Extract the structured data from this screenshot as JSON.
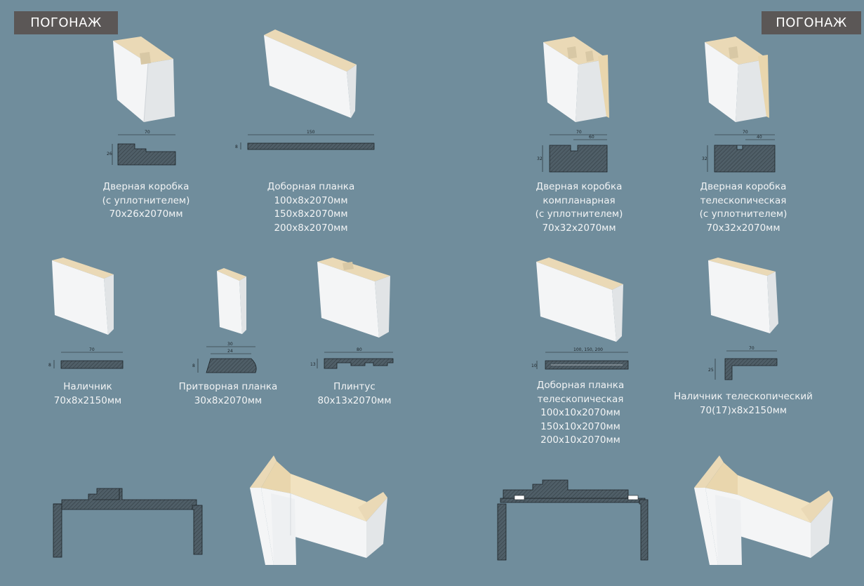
{
  "header": {
    "left_badge": "ПОГОНАЖ",
    "right_badge": "ПОГОНАЖ"
  },
  "products": [
    {
      "id": "door-frame",
      "lines": [
        "Дверная коробка",
        "(с уплотнителем)",
        "70х26х2070мм"
      ],
      "dims": [
        "70",
        "26"
      ]
    },
    {
      "id": "extension-board",
      "lines": [
        "Доборная планка",
        "100х8х2070мм",
        "150х8х2070мм",
        "200х8х2070мм"
      ],
      "dims": [
        "150",
        "8"
      ]
    },
    {
      "id": "compact-frame",
      "lines": [
        "Дверная коробка",
        "компланарная",
        "(с уплотнителем)",
        "70х32х2070мм"
      ],
      "dims": [
        "70",
        "60",
        "32"
      ]
    },
    {
      "id": "telescopic-frame",
      "lines": [
        "Дверная коробка",
        "телескопическая",
        "(с уплотнителем)",
        "70х32х2070мм"
      ],
      "dims": [
        "70",
        "40",
        "32"
      ]
    },
    {
      "id": "casing",
      "lines": [
        "Наличник",
        "70х8х2150мм"
      ],
      "dims": [
        "70",
        "8"
      ]
    },
    {
      "id": "stop-strip",
      "lines": [
        "Притворная планка",
        "30х8х2070мм"
      ],
      "dims": [
        "30",
        "24",
        "8"
      ]
    },
    {
      "id": "skirting",
      "lines": [
        "Плинтус",
        "80х13х2070мм"
      ],
      "dims": [
        "80",
        "13"
      ]
    },
    {
      "id": "telescopic-extension",
      "lines": [
        "Доборная планка",
        "телескопическая",
        "100х10х2070мм",
        "150х10х2070мм",
        "200х10х2070мм"
      ],
      "dims": [
        "100, 150, 200",
        "10"
      ]
    },
    {
      "id": "telescopic-casing",
      "lines": [
        "Наличник телескопический",
        "70(17)х8х2150мм"
      ],
      "dims": [
        "70",
        "25"
      ]
    }
  ],
  "colors": {
    "background": "#708d9c",
    "badge": "#5b5756",
    "wood": "#ead9b6",
    "white_face": "#f4f5f6",
    "section": "#4d5d66"
  }
}
